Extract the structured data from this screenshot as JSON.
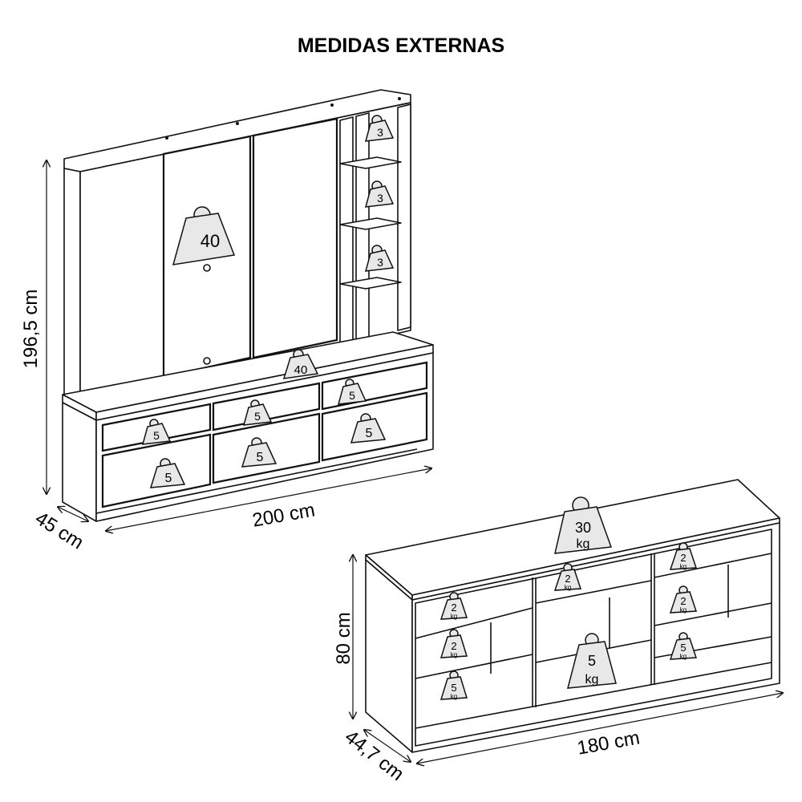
{
  "title": "MEDIDAS EXTERNAS",
  "panel": {
    "height": "196,5 cm",
    "width": "200 cm",
    "depth": "45 cm"
  },
  "rack": {
    "height": "80 cm",
    "width": "180 cm",
    "depth": "44,7 cm"
  },
  "weights": {
    "panel_wall": "40",
    "panel_top": "40",
    "shelf": "3",
    "drawer": "5",
    "rack_top_value": "30",
    "rack_top_unit": "kg",
    "rack_compartment_value": "5",
    "rack_compartment_unit": "kg",
    "rack_shelf_2": "2",
    "rack_shelf_5": "5",
    "kg": "kg"
  }
}
